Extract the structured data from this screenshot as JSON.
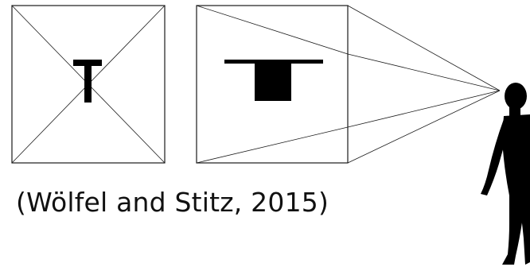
{
  "caption": "(Wölfel and Stitz, 2015)",
  "colors": {
    "background": "#ffffff",
    "stroke": "#1a1a1a",
    "fill": "#000000",
    "text": "#111111"
  },
  "figure": {
    "left_panel": "top-down view: square with diagonals and a T-shaped object",
    "right_panel": "perspective view: square with perspective projection lines converging to the viewer",
    "viewer": "silhouette of a standing person on the right"
  }
}
